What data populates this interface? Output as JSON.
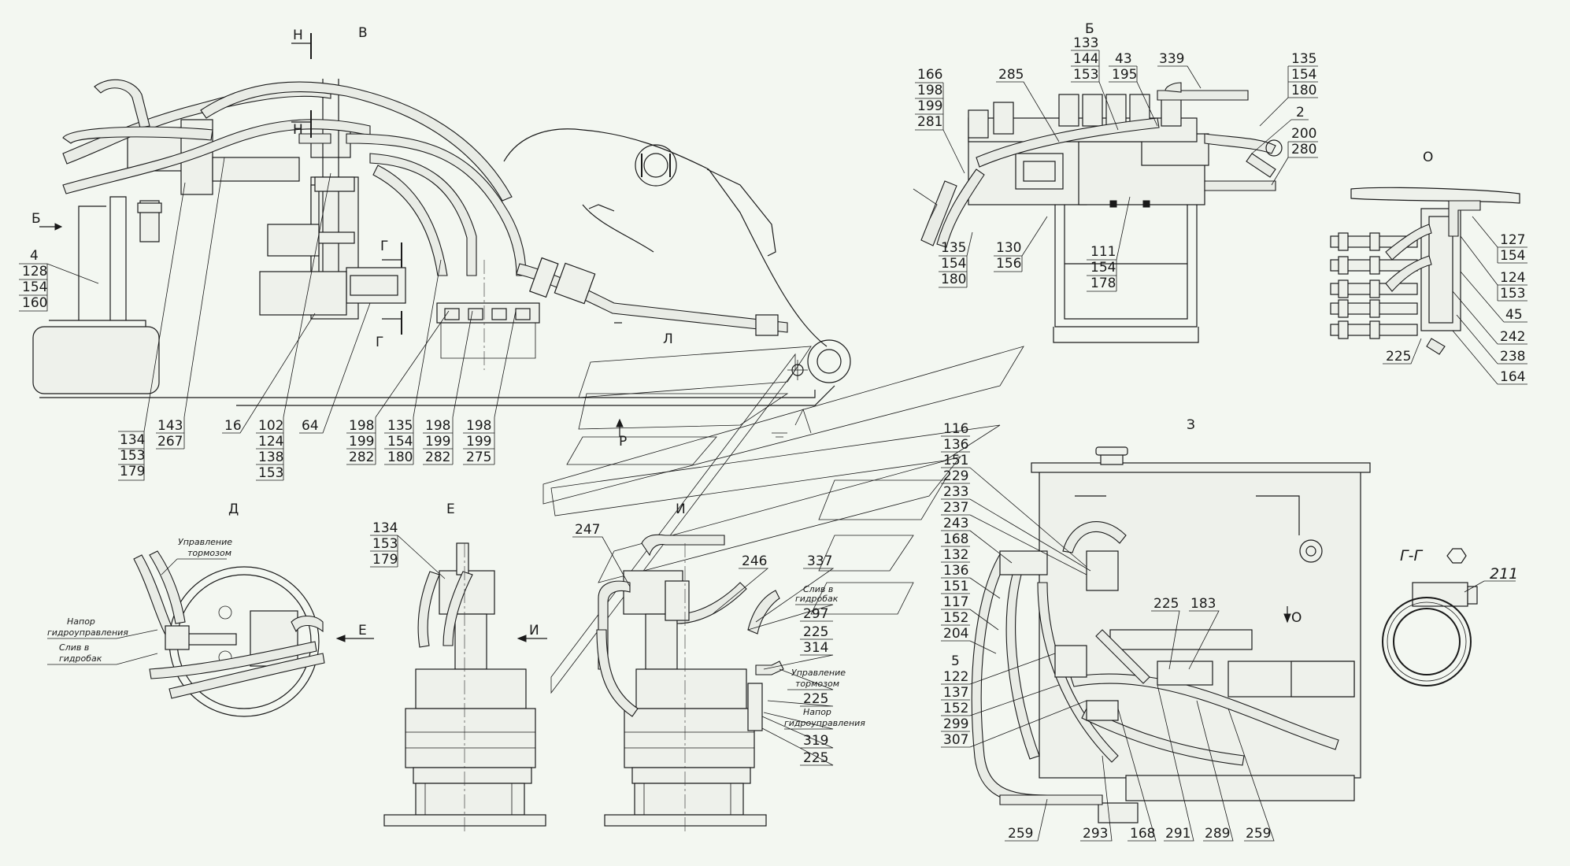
{
  "views": {
    "v": "В",
    "b": "Б",
    "o": "О",
    "z": "З",
    "d": "Д",
    "e": "Е",
    "i": "И",
    "gg": "Г-Г",
    "n1": "Н",
    "n2": "Н",
    "g1": "Г",
    "g2": "Г",
    "l": "Л",
    "r": "Р",
    "arrow_b": "Б",
    "arrow_e": "Е",
    "arrow_i": "И",
    "arrow_o": "О"
  },
  "labels": {
    "v": {
      "c1": [
        "4",
        "128",
        "154",
        "160"
      ],
      "c2": [
        "134",
        "153",
        "179"
      ],
      "c3": [
        "143",
        "267"
      ],
      "c4": [
        "16"
      ],
      "c5": [
        "102",
        "124",
        "138",
        "153"
      ],
      "c6": [
        "64"
      ],
      "c7": [
        "198",
        "199",
        "282"
      ],
      "c8": [
        "135",
        "154",
        "180"
      ],
      "c9": [
        "198",
        "199",
        "282"
      ],
      "c10": [
        "198",
        "199",
        "275"
      ]
    },
    "b": {
      "c1": [
        "166",
        "198",
        "199",
        "281"
      ],
      "c2": [
        "285"
      ],
      "c3": [
        "133",
        "144",
        "153"
      ],
      "c4": [
        "43",
        "195"
      ],
      "c5": [
        "339"
      ],
      "c6": [
        "135",
        "154",
        "180"
      ],
      "c7": [
        "2"
      ],
      "c8": [
        "200",
        "280"
      ],
      "c9": [
        "135",
        "154",
        "180"
      ],
      "c10": [
        "130",
        "156"
      ],
      "c11": [
        "111",
        "154",
        "178"
      ]
    },
    "o": {
      "c1": [
        "127",
        "154"
      ],
      "c2": [
        "124",
        "153"
      ],
      "c3": [
        "45"
      ],
      "c4": [
        "242"
      ],
      "c5": [
        "238"
      ],
      "c6": [
        "164"
      ],
      "c7": [
        "225"
      ]
    },
    "z": {
      "c1": [
        "116",
        "136",
        "151",
        "229",
        "233",
        "237",
        "243",
        "168",
        "132",
        "136",
        "151",
        "117",
        "152",
        "204"
      ],
      "c2": [
        "5",
        "122",
        "137",
        "152",
        "299",
        "307"
      ],
      "c3": [
        "225"
      ],
      "c4": [
        "183"
      ],
      "b1": [
        "259"
      ],
      "b2": [
        "293"
      ],
      "b3": [
        "168"
      ],
      "b4": [
        "291"
      ],
      "b5": [
        "289"
      ],
      "b6": [
        "259"
      ]
    },
    "gg": {
      "c1": [
        "211"
      ]
    },
    "e": {
      "c1": [
        "134",
        "153",
        "179"
      ]
    },
    "i": {
      "c1": [
        "247"
      ],
      "c2": [
        "246"
      ],
      "c3": [
        "337"
      ],
      "c4": [
        "297"
      ],
      "c5": [
        "225"
      ],
      "c6": [
        "314"
      ],
      "c7": [
        "225"
      ],
      "c8": [
        "319"
      ],
      "c9": [
        "225"
      ]
    }
  },
  "notes": {
    "d_brake": [
      "Управление",
      "тормозом"
    ],
    "d_pressure": [
      "Напор",
      "гидроуправления"
    ],
    "d_drain": [
      "Слив в",
      "гидробак"
    ],
    "i_drain": [
      "Слив в",
      "гидробак"
    ],
    "i_brake": [
      "Управление",
      "тормозом"
    ],
    "i_pressure": [
      "Напор",
      "гидроуправления"
    ]
  },
  "colors": {
    "background": "#f3f7f1",
    "ink": "#1a1a1a"
  }
}
